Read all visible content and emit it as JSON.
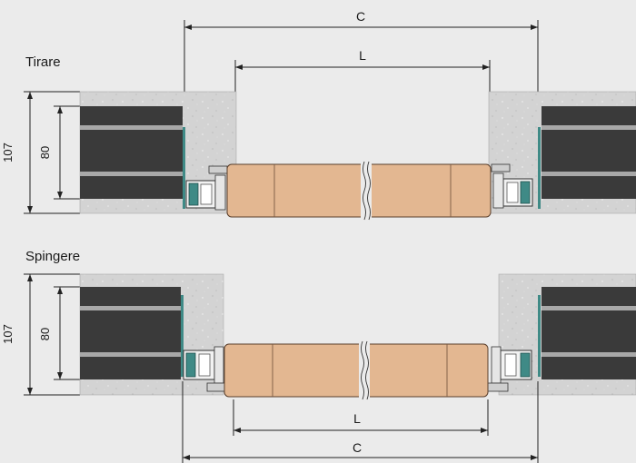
{
  "sections": [
    {
      "title": "Tirare",
      "overall_label": "C",
      "opening_label": "L",
      "outer_depth_label": "107",
      "inner_depth_label": "80"
    },
    {
      "title": "Spingere",
      "overall_label": "C",
      "opening_label": "L",
      "outer_depth_label": "107",
      "inner_depth_label": "80"
    }
  ],
  "colors": {
    "background": "#ebebeb",
    "wall": "#d3d3d3",
    "panel_dark": "#3a3a3a",
    "panel_stripe": "#a8a8a8",
    "door_leaf": "#e3b791",
    "frame_green": "#3f8a86",
    "dimension_line": "#222222"
  }
}
